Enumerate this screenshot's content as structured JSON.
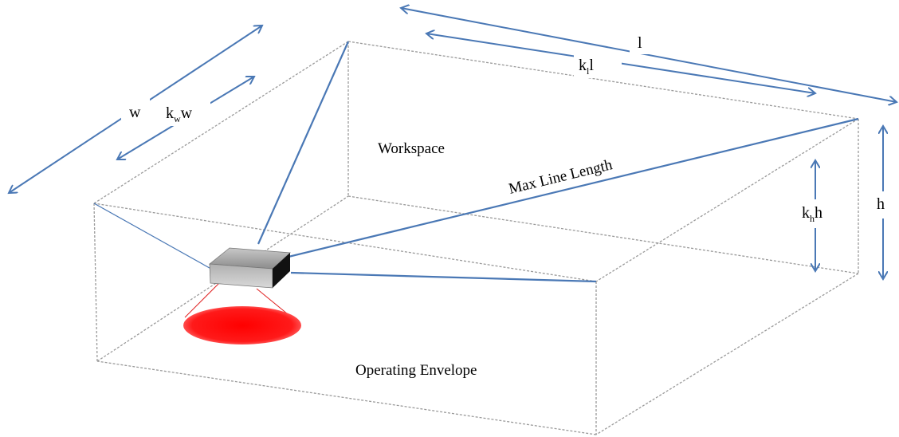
{
  "labels": {
    "l": "l",
    "kl_main": "k",
    "kl_sub": "l",
    "kl_tail": "l",
    "w": "w",
    "kw_main": "k",
    "kw_sub": "w",
    "kw_tail": "w",
    "h": "h",
    "kh_main": "k",
    "kh_sub": "h",
    "kh_tail": "h",
    "workspace": "Workspace",
    "max_line": "Max Line Length",
    "operating_envelope": "Operating Envelope"
  },
  "colors": {
    "cable": "#4a78b5",
    "box_edge": "#9a9a9a",
    "device_top": "#a8a8a8",
    "device_side": "#111111",
    "light_spot": "#ff1a1a"
  }
}
